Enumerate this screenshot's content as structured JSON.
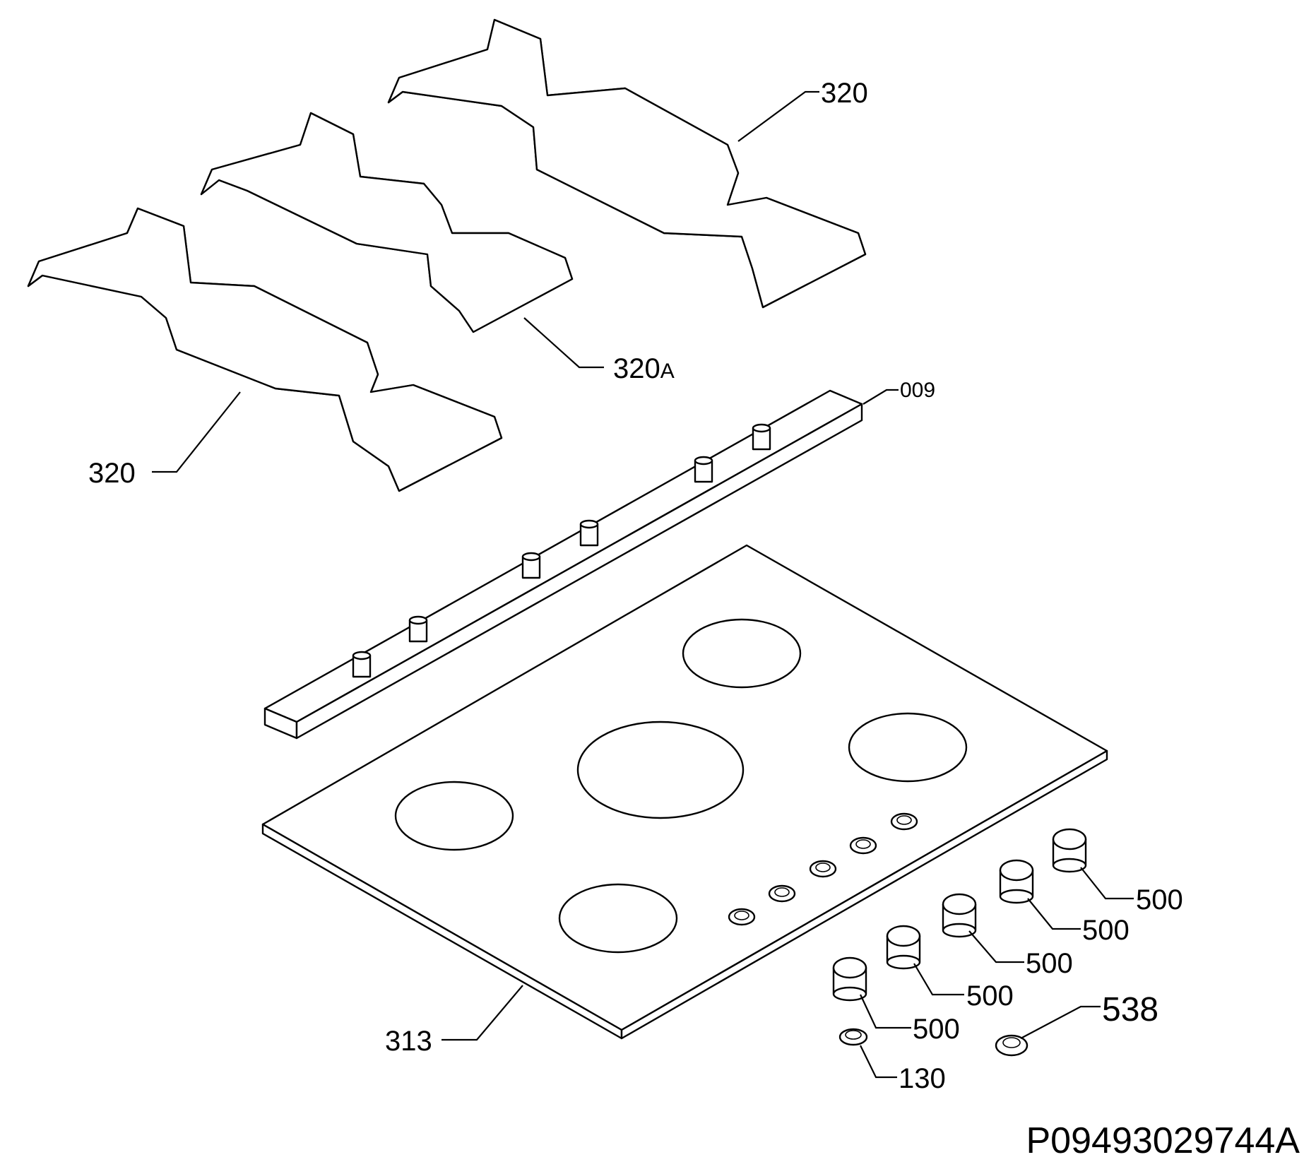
{
  "diagram": {
    "drawing_number": "P09493029744A",
    "parts": {
      "grid_right": "320",
      "grid_center": "320",
      "grid_center_suffix": "A",
      "grid_left": "320",
      "control_panel": "009",
      "hob_top": "313",
      "knob_1": "500",
      "knob_2": "500",
      "knob_3": "500",
      "knob_4": "500",
      "knob_5": "500",
      "spindle_washer": "130",
      "button": "538"
    }
  }
}
